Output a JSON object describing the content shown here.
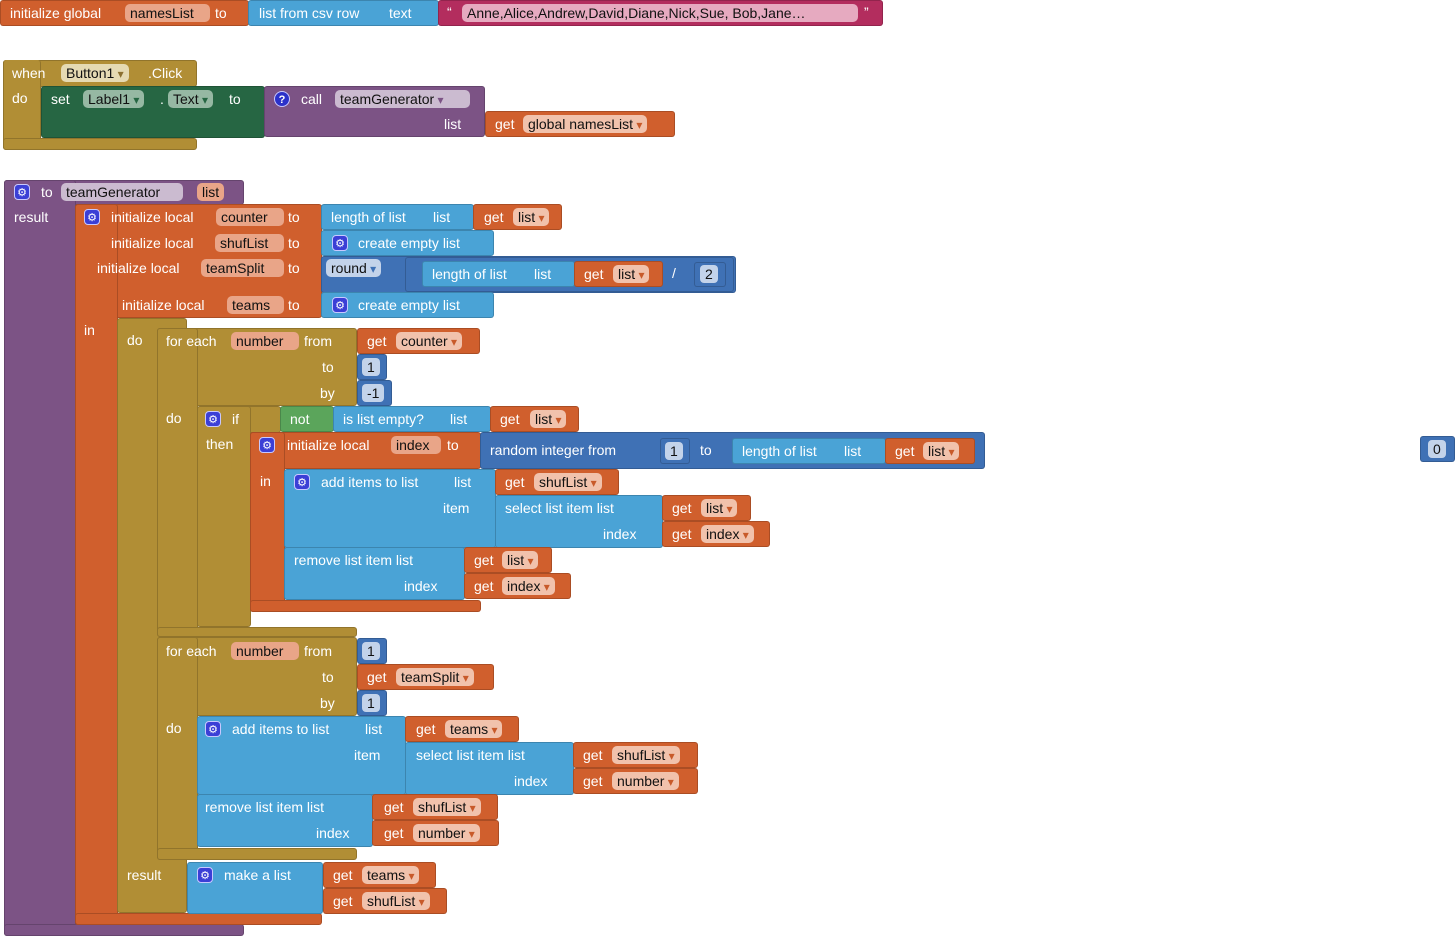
{
  "colors": {
    "variables": "#D05F2D",
    "lists": "#4AA3D6",
    "procedures": "#7C5385",
    "control": "#B18E35",
    "components": "#266643",
    "text": "#B32D5E",
    "math": "#3F71B5",
    "logic": "#5BA55B"
  },
  "global_init": {
    "label": "initialize global",
    "name": "namesList",
    "to": "to",
    "csv_label": "list from csv row",
    "text_label": "text",
    "open_quote": "“",
    "value": "Anne,Alice,Andrew,David,Diane,Nick,Sue, Bob,Jane…",
    "close_quote": "”"
  },
  "button_event": {
    "when": "when",
    "component": "Button1",
    "event": ".Click",
    "do": "do",
    "set": "set",
    "target": "Label1",
    "dot": ".",
    "property": "Text",
    "to": "to",
    "help": "?",
    "call": "call",
    "procedure": "teamGenerator",
    "arg_label": "list",
    "get": "get",
    "var": "global namesList"
  },
  "proc": {
    "to": "to",
    "name": "teamGenerator",
    "param": "list",
    "result": "result",
    "gear": "⚙",
    "locals": [
      {
        "label": "initialize local",
        "name": "counter",
        "to": "to",
        "expr": "length of list",
        "list": "list",
        "get": "get",
        "var": "list"
      },
      {
        "label": "initialize local",
        "name": "shufList",
        "to": "to",
        "expr": "create empty list"
      },
      {
        "label": "initialize local",
        "name": "teamSplit",
        "to": "to",
        "round": "round",
        "expr": "length of list",
        "list": "list",
        "get": "get",
        "var": "list",
        "op": "/",
        "divisor": "2"
      },
      {
        "label": "initialize local",
        "name": "teams",
        "to": "to",
        "expr": "create empty list"
      }
    ],
    "in": "in",
    "do": "do",
    "loop1": {
      "for_each": "for each",
      "var": "number",
      "from": "from",
      "get": "get",
      "from_var": "counter",
      "to": "to",
      "to_val": "1",
      "by": "by",
      "by_val": "-1",
      "do": "do",
      "if": "if",
      "then": "then",
      "not": "not",
      "is_empty": "is list empty?",
      "list": "list",
      "get2": "get",
      "var2": "list",
      "init_label": "initialize local",
      "init_name": "index",
      "init_to": "to",
      "random": "random integer from",
      "rand_from": "1",
      "rand_to": "to",
      "len": "length of list",
      "len_list": "list",
      "get3": "get",
      "var3": "list",
      "in": "in",
      "add": "add items to list",
      "add_list": "list",
      "get4": "get",
      "var4": "shufList",
      "item": "item",
      "select": "select list item  list",
      "get5": "get",
      "var5": "list",
      "index": "index",
      "get6": "get",
      "var6": "index",
      "remove": "remove list item  list",
      "get7": "get",
      "var7": "list",
      "rindex": "index",
      "get8": "get",
      "var8": "index"
    },
    "loop2": {
      "for_each": "for each",
      "var": "number",
      "from": "from",
      "from_val": "1",
      "to": "to",
      "get": "get",
      "to_var": "teamSplit",
      "by": "by",
      "by_val": "1",
      "do": "do",
      "add": "add items to list",
      "add_list": "list",
      "get1": "get",
      "var1": "teams",
      "item": "item",
      "select": "select list item  list",
      "get2": "get",
      "var2": "shufList",
      "index": "index",
      "get3": "get",
      "var3": "number",
      "remove": "remove list item  list",
      "get4": "get",
      "var4": "shufList",
      "rindex": "index",
      "get5": "get",
      "var5": "number"
    },
    "result2": "result",
    "make_list": "make a list",
    "get_a": "get",
    "var_a": "teams",
    "get_b": "get",
    "var_b": "shufList"
  },
  "stray_number": "0"
}
